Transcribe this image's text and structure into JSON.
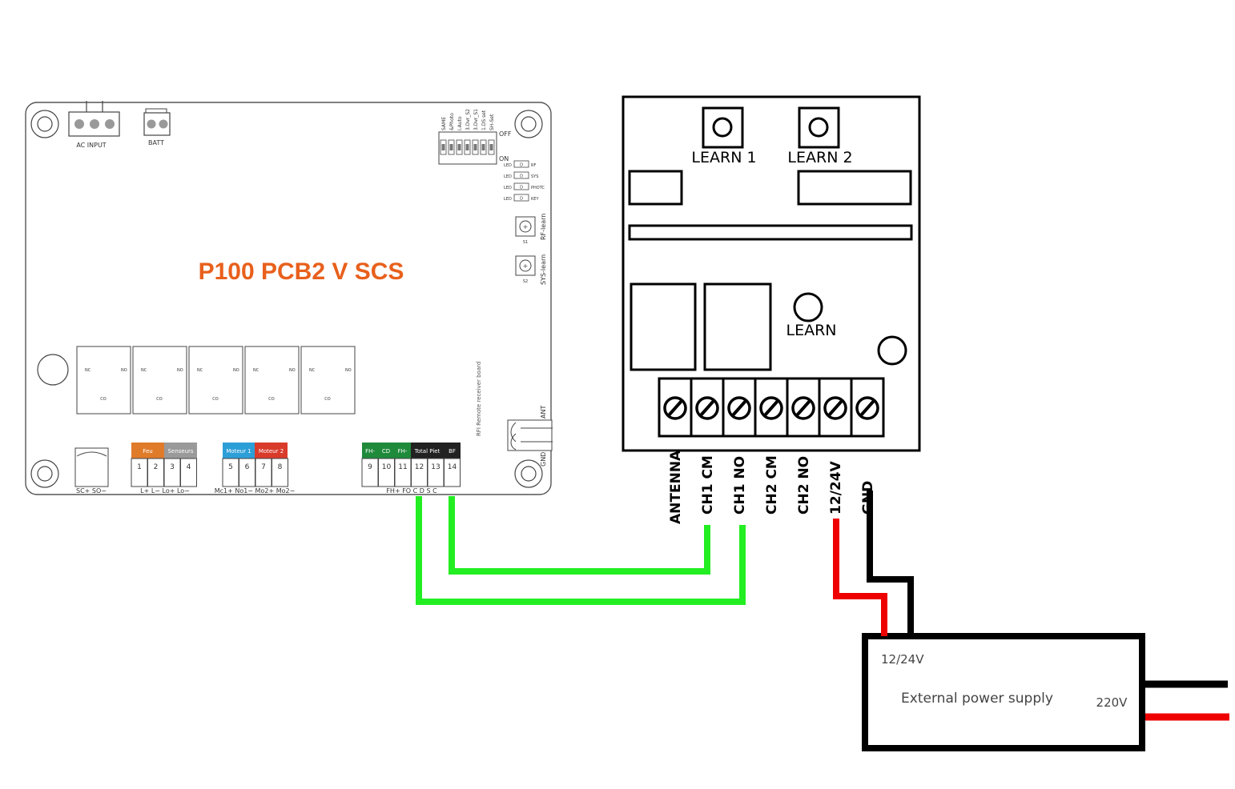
{
  "pcb": {
    "title": "P100 PCB2 V SCS",
    "ac_input": "AC INPUT",
    "batt": "BATT",
    "dip_labels": [
      "SAME",
      "&Photo",
      "i.Auto",
      "3.Dvr_S2",
      "3.Dvr_S1",
      "1.DS set",
      "SH-Set"
    ],
    "dip_off": "OFF",
    "dip_on": "ON",
    "leds": [
      {
        "left": "LED",
        "right": "RF"
      },
      {
        "left": "LED",
        "right": "SYS"
      },
      {
        "left": "LED",
        "right": "PHOTC"
      },
      {
        "left": "LED",
        "right": "KEY"
      }
    ],
    "rf_learn": "RF-learn",
    "sys_learn": "SYS-learn",
    "s1": "S1",
    "s2": "S2",
    "rf_remote": "RFI Remote receiver board",
    "ant": "ANT",
    "gnd": "GND",
    "relay_labels": {
      "nc": "NC",
      "no": "NO",
      "com": "CO"
    },
    "group_labels": {
      "feu": "Feu",
      "senseurs": "Senseurs",
      "moteur1": "Moteur 1",
      "moteur2": "Moteur 2",
      "fh_left": "FH-",
      "cd": "CD",
      "fh_right": "FH-",
      "total_piet": "Total Piet",
      "bf": "BF"
    },
    "terminals_left": [
      "1",
      "2",
      "3",
      "4"
    ],
    "terminals_mid": [
      "5",
      "6",
      "7",
      "8"
    ],
    "terminals_right": [
      "9",
      "10",
      "11",
      "12",
      "13",
      "14"
    ],
    "bottom_labels": {
      "sc": "SC+ SO−",
      "feu": "L+  L−  Lo+ Lo−",
      "motor": "Mc1+ No1− Mo2+ Mo2−",
      "right": "FH+ FO  C  D  S  C"
    }
  },
  "receiver": {
    "learn1": "LEARN 1",
    "learn2": "LEARN 2",
    "learn": "LEARN",
    "terminals": [
      "ANTENNA",
      "CH1 CM",
      "CH1 NO",
      "CH2 CM",
      "CH2 NO",
      "12/24V",
      "GND"
    ]
  },
  "power_supply": {
    "label": "External power supply",
    "input": "12/24V",
    "mains": "220V"
  },
  "colors": {
    "pcb_orange": "#e8601c",
    "wire_green": "#22ee22",
    "wire_red": "#ee0000",
    "wire_black": "#000000",
    "header_orange": "#e07b2a",
    "header_grey": "#9a9a9a",
    "header_blue": "#2d9fd8",
    "header_red": "#d93b2b",
    "header_green": "#1f8a3a",
    "header_dark": "#222222"
  }
}
